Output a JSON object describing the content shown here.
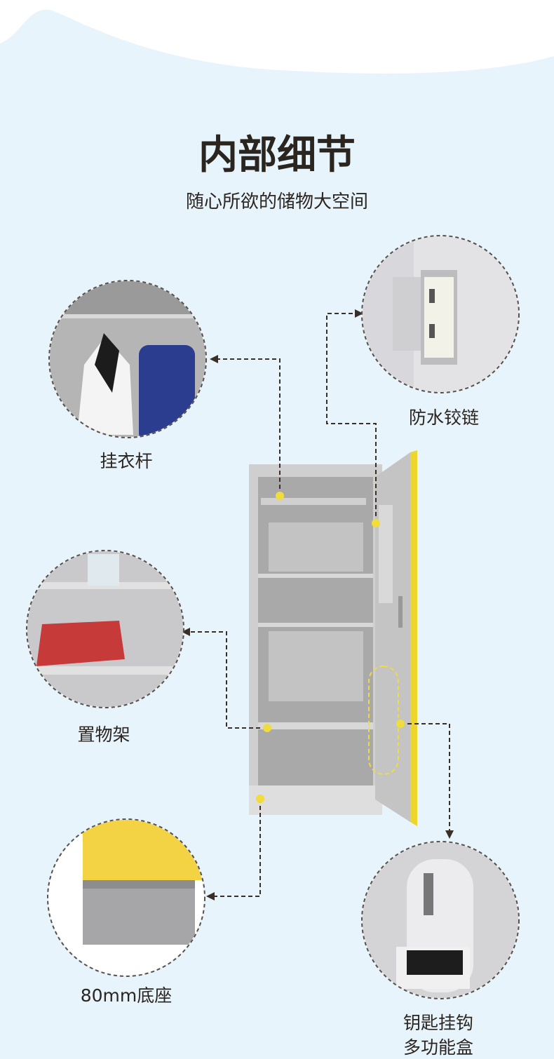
{
  "header": {
    "title": "内部细节",
    "subtitle": "随心所欲的储物大空间"
  },
  "features": [
    {
      "label": "挂衣杆",
      "icon": "hanger-rod-photo"
    },
    {
      "label": "防水铰链",
      "icon": "hinge-photo"
    },
    {
      "label": "置物架",
      "icon": "shelf-photo"
    },
    {
      "label": "80mm底座",
      "icon": "base-photo"
    },
    {
      "label_line1": "钥匙挂钩",
      "label_line2": "多功能盒",
      "icon": "key-hook-box-photo"
    }
  ],
  "colors": {
    "background": "#e8f4fc",
    "accent": "#f0dc3c",
    "text": "#2b2520"
  }
}
